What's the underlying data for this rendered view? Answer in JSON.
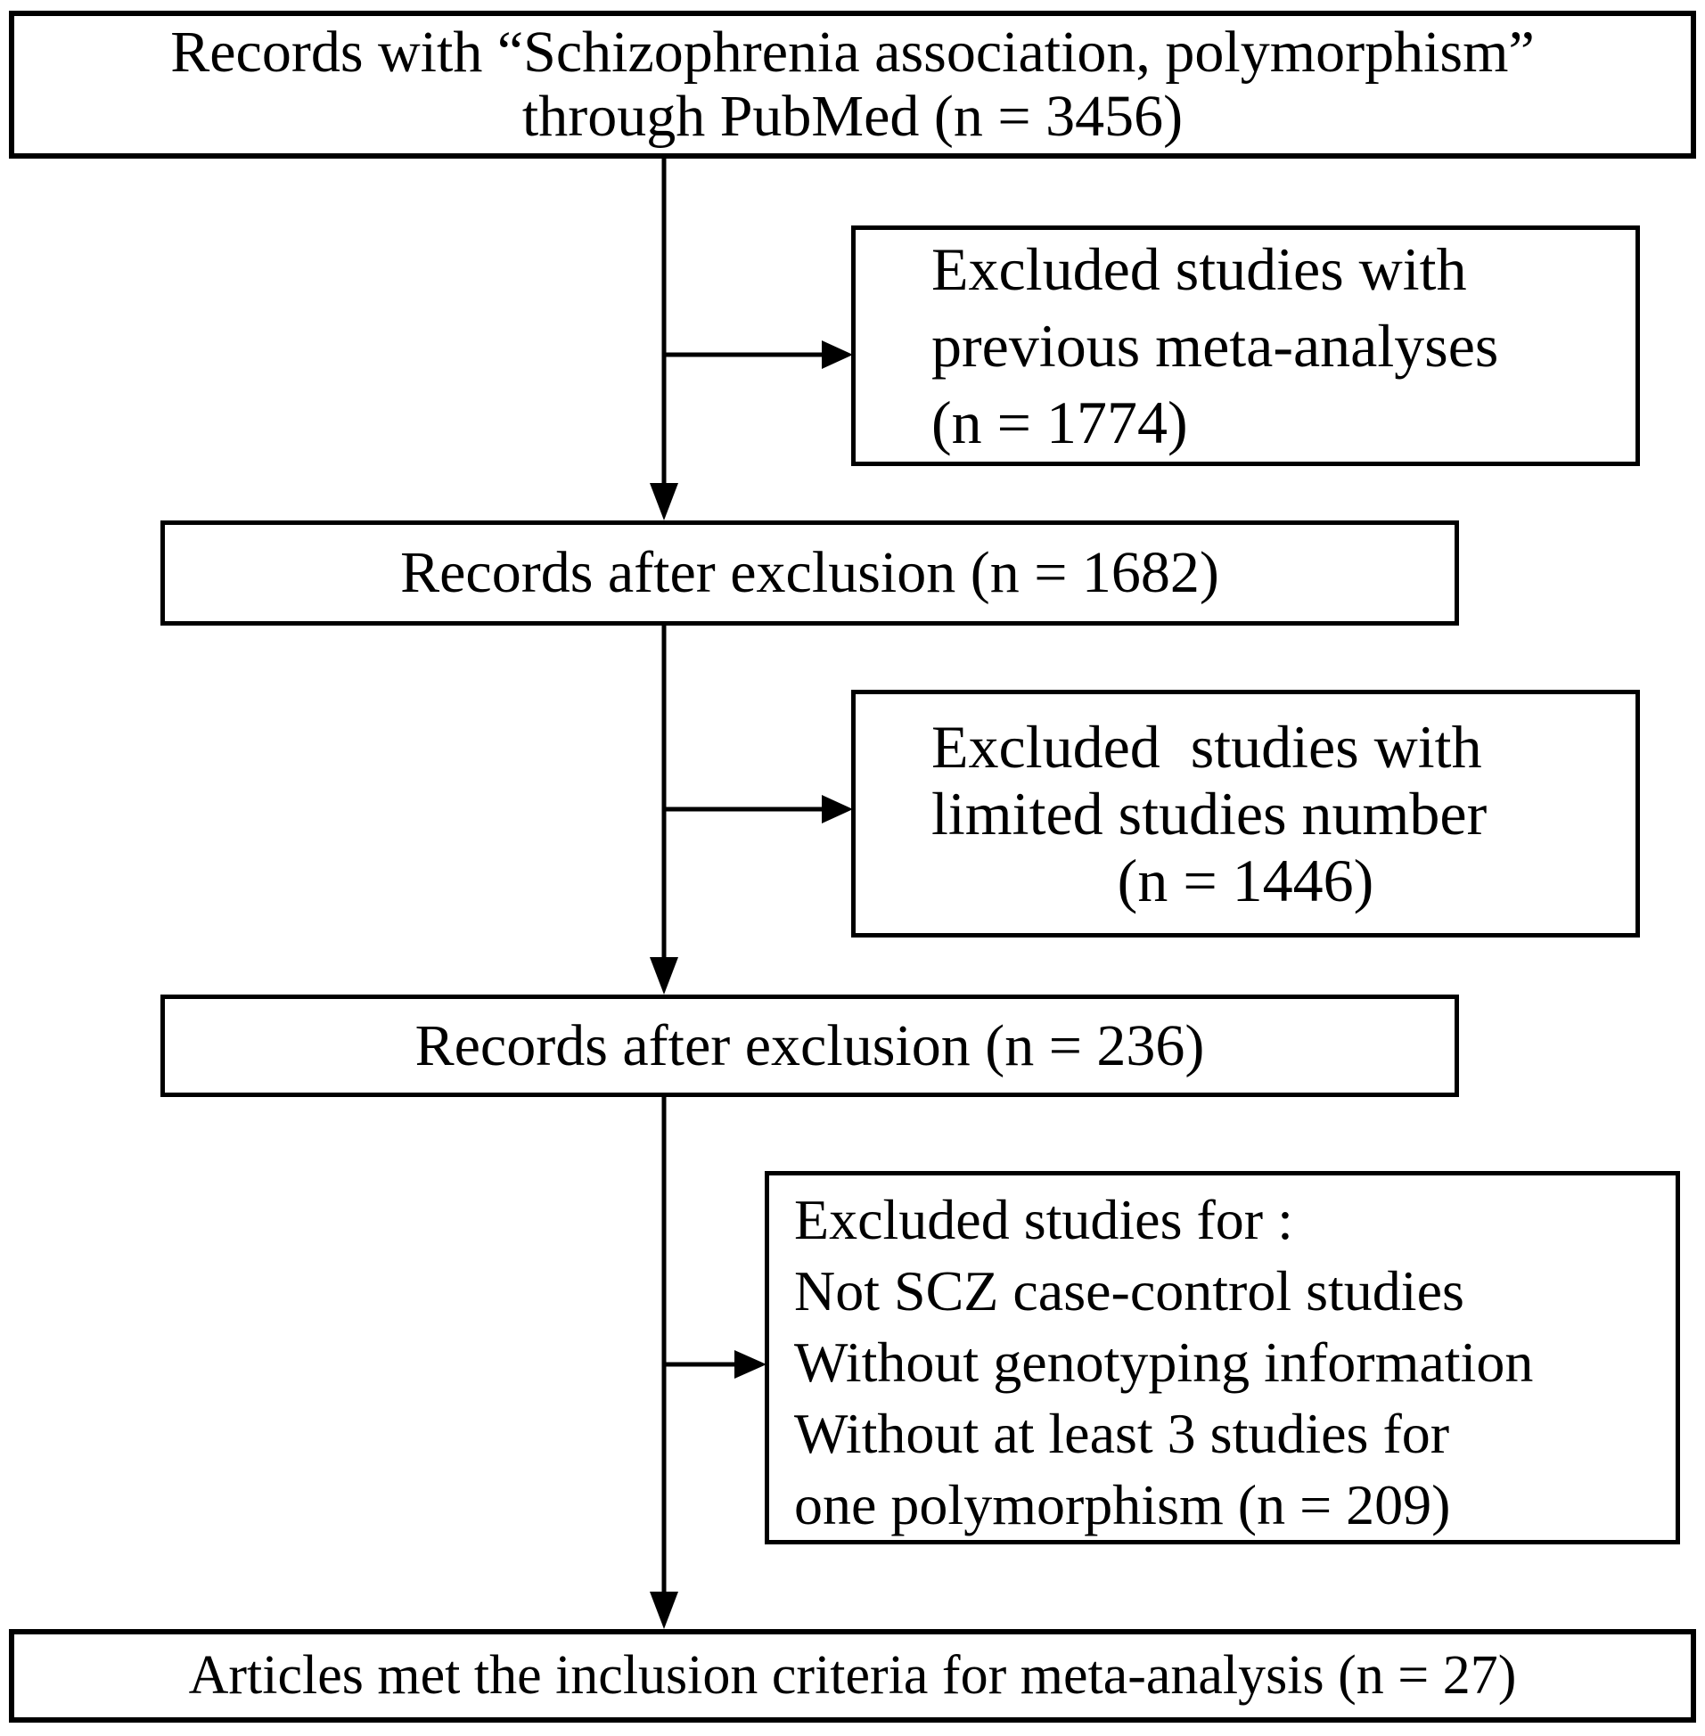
{
  "diagram": {
    "title_hint": "Study selection flow diagram for meta-analysis",
    "boxes": {
      "records_identified": {
        "lines": [
          "Records with “Schizophrenia association, polymorphism”",
          "through PubMed (n = 3456)"
        ]
      },
      "excluded_meta_analyses": {
        "lines": [
          "Excluded studies with",
          "previous meta-analyses",
          "(n = 1774)"
        ]
      },
      "records_after_exclusion_1": {
        "text": "Records after exclusion (n = 1682)"
      },
      "excluded_limited_studies": {
        "lines": [
          "Excluded  studies with",
          "limited studies number",
          "(n = 1446)"
        ]
      },
      "records_after_exclusion_2": {
        "text": "Records after exclusion (n = 236)"
      },
      "excluded_criteria": {
        "lines": [
          "Excluded studies for :",
          "Not SCZ case-control studies",
          "Without genotyping information",
          "Without at least 3 studies for",
          "one polymorphism (n = 209)"
        ]
      },
      "included_articles": {
        "text": "Articles met the inclusion criteria for meta-analysis (n = 27)"
      }
    },
    "colors": {
      "stroke": "#000000",
      "text": "#000000",
      "background": "#ffffff"
    }
  }
}
